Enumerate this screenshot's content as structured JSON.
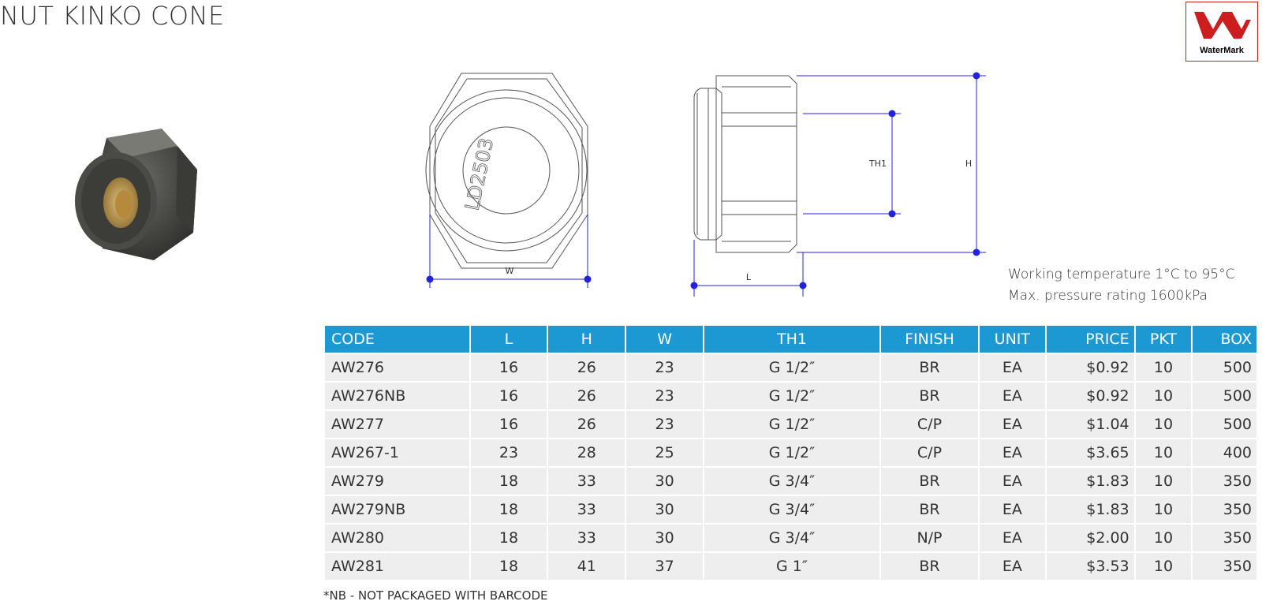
{
  "title": "NUT KINKO CONE",
  "logo": {
    "text": "WaterMark"
  },
  "drawing": {
    "engraving": "LD2503",
    "dim_w": "W",
    "dim_l": "L",
    "dim_th1": "TH1",
    "dim_h": "H"
  },
  "specs": {
    "working_temperature": "Working temperature 1°C to 95°C",
    "max_pressure": "Max. pressure rating 1600kPa"
  },
  "table": {
    "headers": [
      "CODE",
      "L",
      "H",
      "W",
      "TH1",
      "FINISH",
      "UNIT",
      "PRICE",
      "PKT",
      "BOX"
    ],
    "rows": [
      [
        "AW276",
        "16",
        "26",
        "23",
        "G 1/2″",
        "BR",
        "EA",
        "$0.92",
        "10",
        "500"
      ],
      [
        "AW276NB",
        "16",
        "26",
        "23",
        "G 1/2″",
        "BR",
        "EA",
        "$0.92",
        "10",
        "500"
      ],
      [
        "AW277",
        "16",
        "26",
        "23",
        "G 1/2″",
        "C/P",
        "EA",
        "$1.04",
        "10",
        "500"
      ],
      [
        "AW267-1",
        "23",
        "28",
        "25",
        "G 1/2″",
        "C/P",
        "EA",
        "$3.65",
        "10",
        "400"
      ],
      [
        "AW279",
        "18",
        "33",
        "30",
        "G 3/4″",
        "BR",
        "EA",
        "$1.83",
        "10",
        "350"
      ],
      [
        "AW279NB",
        "18",
        "33",
        "30",
        "G 3/4″",
        "BR",
        "EA",
        "$1.83",
        "10",
        "350"
      ],
      [
        "AW280",
        "18",
        "33",
        "30",
        "G 3/4″",
        "N/P",
        "EA",
        "$2.00",
        "10",
        "350"
      ],
      [
        "AW281",
        "18",
        "41",
        "37",
        "G 1″",
        "BR",
        "EA",
        "$3.53",
        "10",
        "350"
      ]
    ]
  },
  "footnote": "*NB - NOT PACKAGED WITH BARCODE",
  "colors": {
    "header_bg": "#1c98d3",
    "row_bg": "#eeeeee",
    "dimension_lines": "#2222dd",
    "logo_red": "#cc1e1e"
  }
}
